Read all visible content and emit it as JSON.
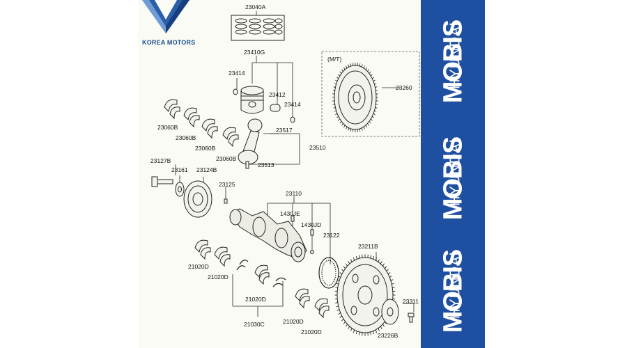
{
  "logo": {
    "text": "KOREA MOTORS"
  },
  "brand": {
    "repeats": [
      {
        "small": "HYUNDAI",
        "large": "MOBIS"
      },
      {
        "small": "HYUNDAI",
        "large": "MOBIS"
      },
      {
        "small": "HYUNDAI",
        "large": "MOBIS"
      }
    ]
  },
  "diagram": {
    "variant_note": "(M/T)",
    "part_numbers": {
      "p23040A": "23040A",
      "p23410G": "23410G",
      "p23414a": "23414",
      "p23412": "23412",
      "p23414b": "23414",
      "p23517": "23517",
      "p23510": "23510",
      "p23513": "23513",
      "p23060B_1": "23060B",
      "p23060B_2": "23060B",
      "p23060B_3": "23060B",
      "p23060B_4": "23060B",
      "p23127B": "23127B",
      "p23161": "23161",
      "p23124B": "23124B",
      "p23125": "23125",
      "p23110": "23110",
      "p1430JE": "1430JE",
      "p1430JD": "1430JD",
      "p23122": "23122",
      "p23260": "23260",
      "p23211B": "23211B",
      "p23311": "23311",
      "p23226B": "23226B",
      "p21020D_1": "21020D",
      "p21020D_2": "21020D",
      "p21020D_3": "21020D",
      "p21020D_4": "21020D",
      "p21020D_5": "21020D",
      "p21030C": "21030C"
    }
  },
  "colors": {
    "brand_blue": "#1f4fa0",
    "logo_blue": "#1b4f8f",
    "label_blue": "#1a2a6b"
  }
}
